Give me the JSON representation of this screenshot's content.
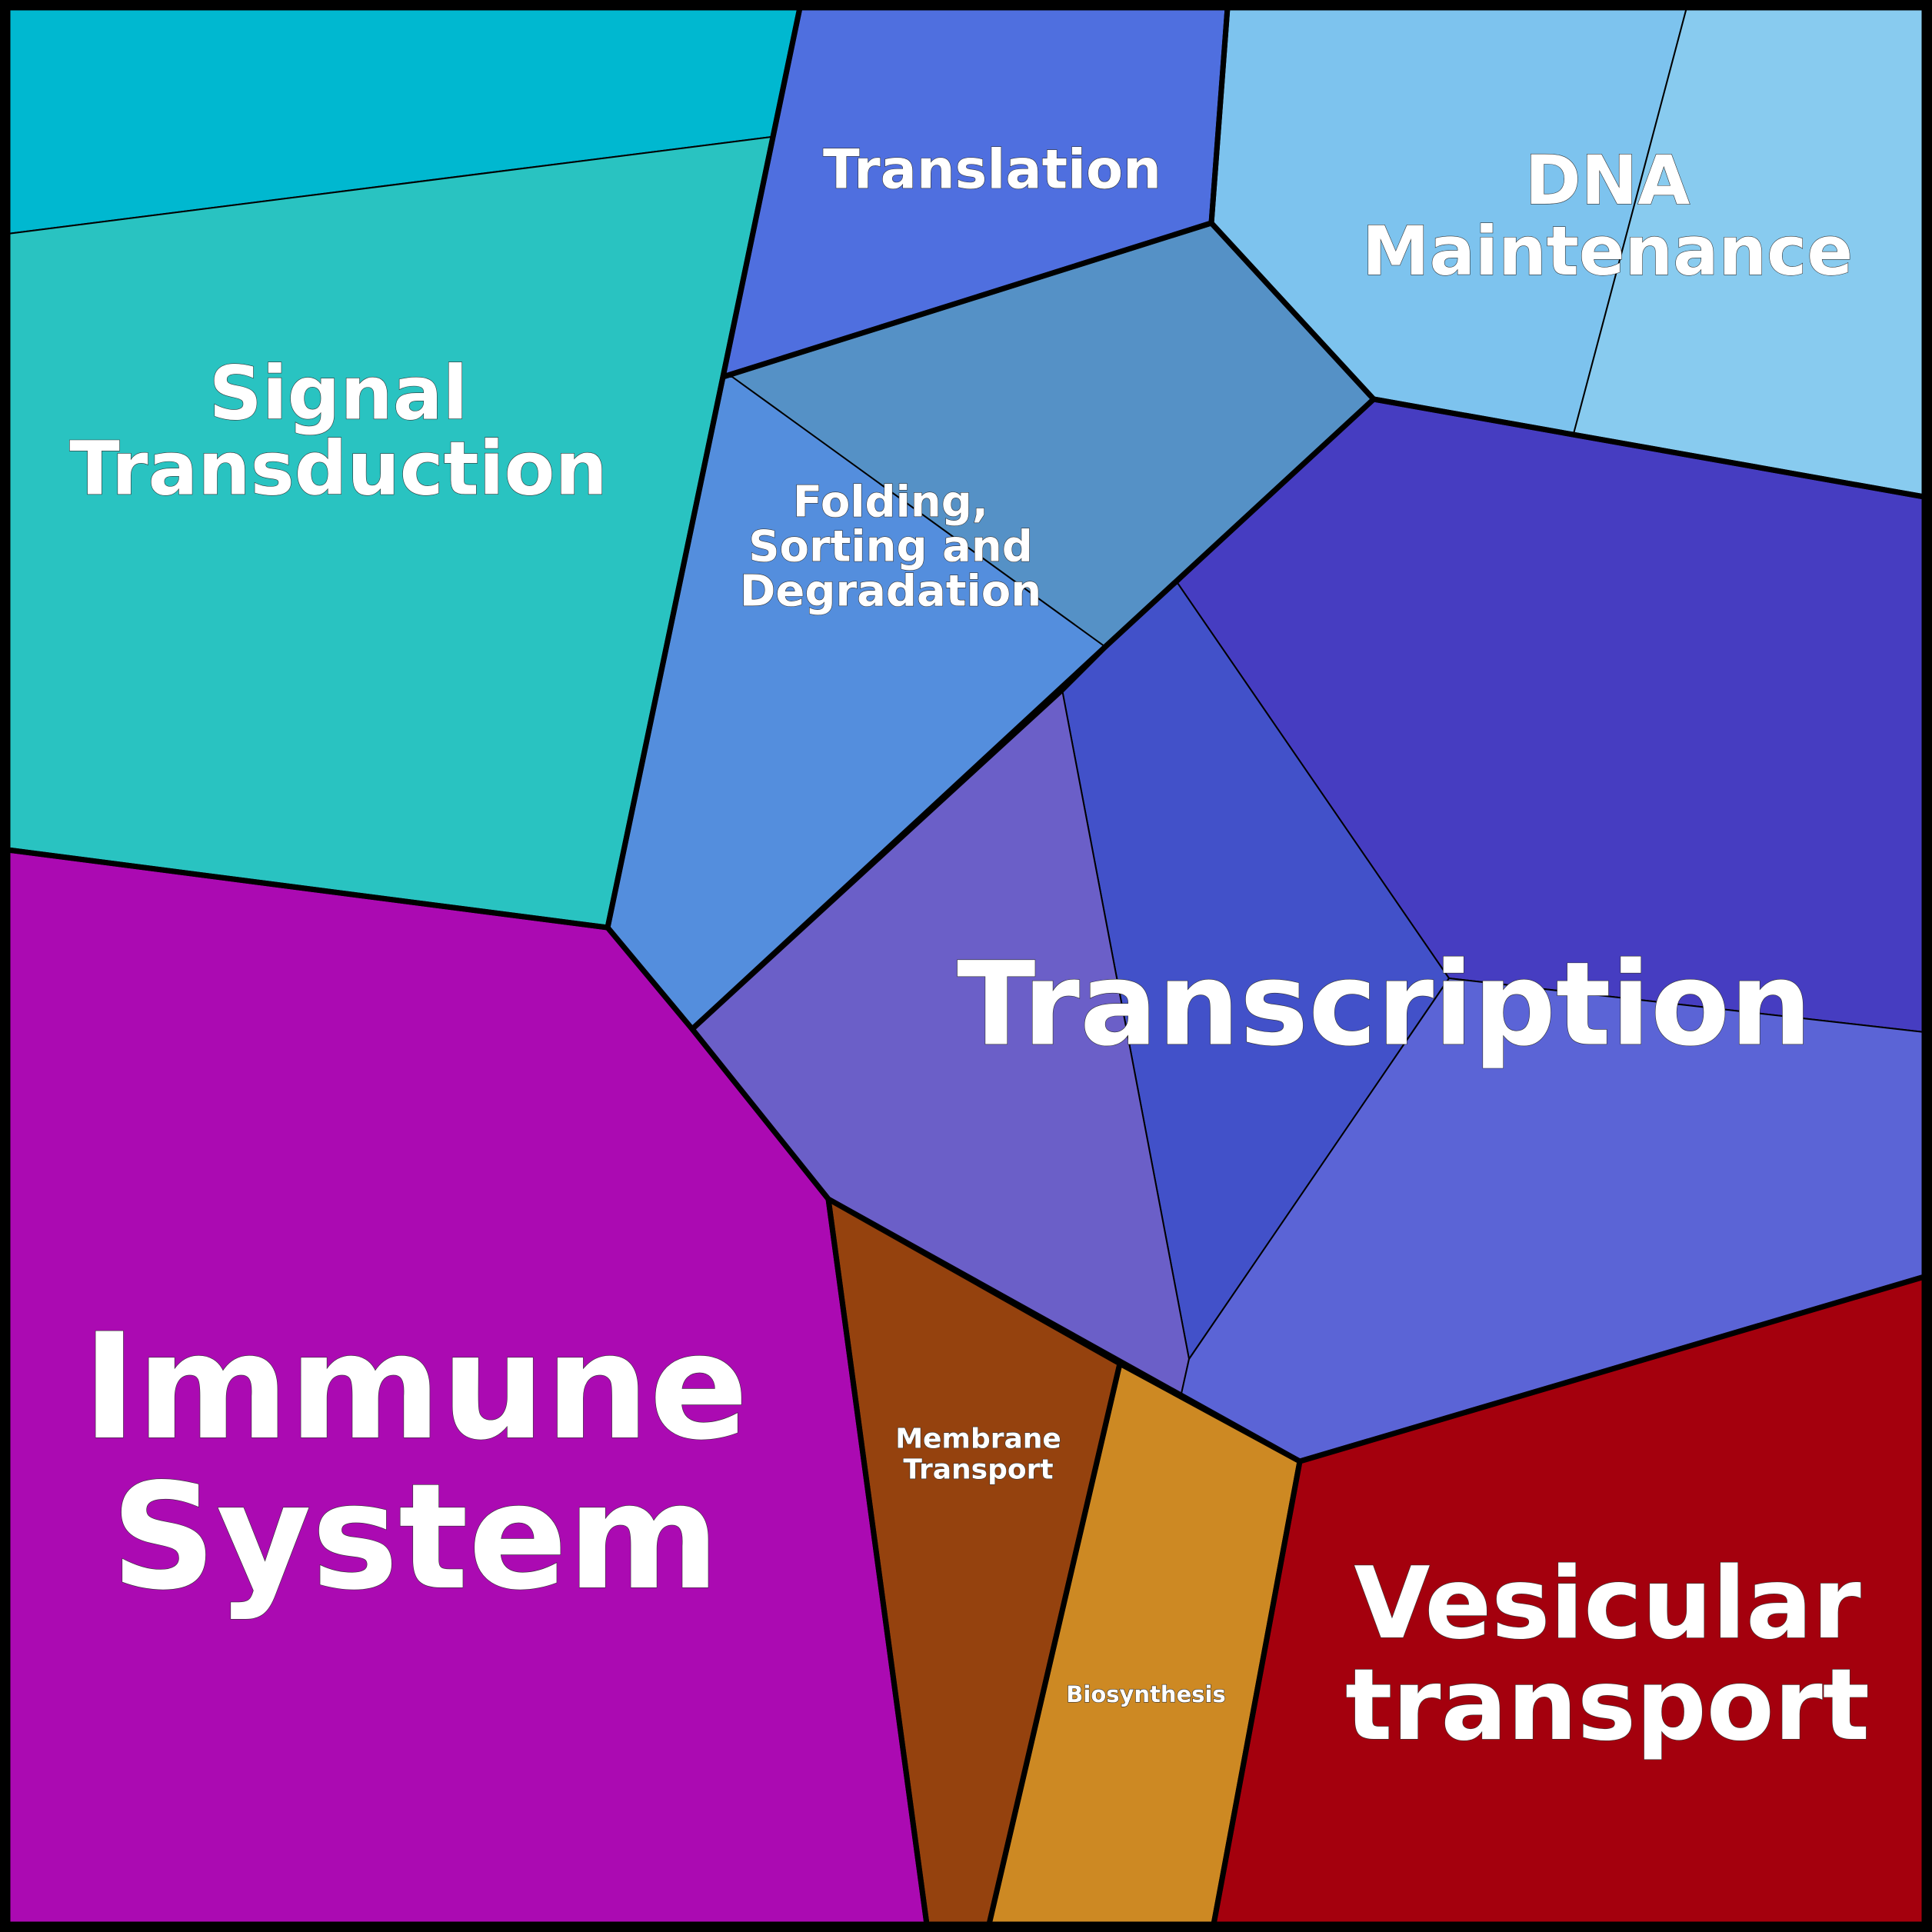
{
  "title": "Pathway Voronoi Treemap",
  "groups": [
    {
      "id": "signal",
      "label_lines": [
        "Signal",
        "Transduction"
      ],
      "color": "#29c3c1"
    },
    {
      "id": "translation",
      "label_lines": [
        "Translation"
      ],
      "color": "#4f6fdf"
    },
    {
      "id": "dna",
      "label_lines": [
        "DNA",
        "Maintenance"
      ],
      "color": "#7dc3ee"
    },
    {
      "id": "folding",
      "label_lines": [
        "Folding,",
        "Sorting and",
        "Degradation"
      ],
      "color": "#548edd"
    },
    {
      "id": "transcription",
      "label_lines": [
        "Transcription"
      ],
      "color": "#4451c8"
    },
    {
      "id": "immune",
      "label_lines": [
        "Immune",
        "System"
      ],
      "color": "#ab0ab2"
    },
    {
      "id": "membrane",
      "label_lines": [
        "Membrane",
        "Transport"
      ],
      "color": "#95420e"
    },
    {
      "id": "biosynthesis",
      "label_lines": [
        "Biosynthesis"
      ],
      "color": "#cd8923"
    },
    {
      "id": "vesicular",
      "label_lines": [
        "Vesicular",
        "transport"
      ],
      "color": "#a4000d"
    }
  ],
  "cells": [
    {
      "group": "signal",
      "color": "#00b8d0"
    },
    {
      "group": "signal",
      "color": "#29c3c1"
    },
    {
      "group": "translation",
      "color": "#4f6fdf"
    },
    {
      "group": "dna",
      "color": "#7dc3ee"
    },
    {
      "group": "dna",
      "color": "#88cbef"
    },
    {
      "group": "folding",
      "color": "#5591c6"
    },
    {
      "group": "folding",
      "color": "#548edd"
    },
    {
      "group": "transcription",
      "color": "#463dc1"
    },
    {
      "group": "transcription",
      "color": "#4251c9"
    },
    {
      "group": "transcription",
      "color": "#6b5fc8"
    },
    {
      "group": "transcription",
      "color": "#5b64d6"
    },
    {
      "group": "immune",
      "color": "#ab0ab2"
    },
    {
      "group": "membrane",
      "color": "#95420e"
    },
    {
      "group": "biosynthesis",
      "color": "#cd8923"
    },
    {
      "group": "vesicular",
      "color": "#a4000d"
    }
  ]
}
